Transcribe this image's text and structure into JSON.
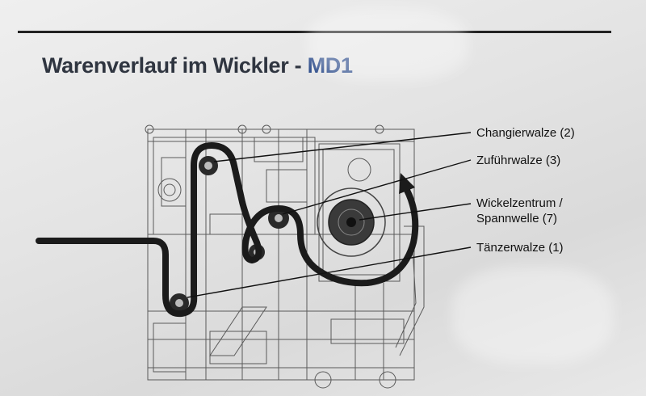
{
  "slide": {
    "title_main": "Warenverlauf im Wickler - ",
    "title_suffix": "MD1"
  },
  "callouts": [
    {
      "id": "changierwalze",
      "text": "Changierwalze (2)"
    },
    {
      "id": "zufuehrwalze",
      "text": "Zuführwalze (3)"
    },
    {
      "id": "wickelzentrum",
      "text": "Wickelzentrum /"
    },
    {
      "id": "spannwelle",
      "text": "Spannwelle (7)"
    },
    {
      "id": "taenzerwalze",
      "text": "Tänzerwalze (1)"
    }
  ],
  "colors": {
    "ink": "#1a1a1a",
    "title": "#2f3540",
    "title_accent": "#2b4b8a",
    "drawing": "#555555"
  }
}
